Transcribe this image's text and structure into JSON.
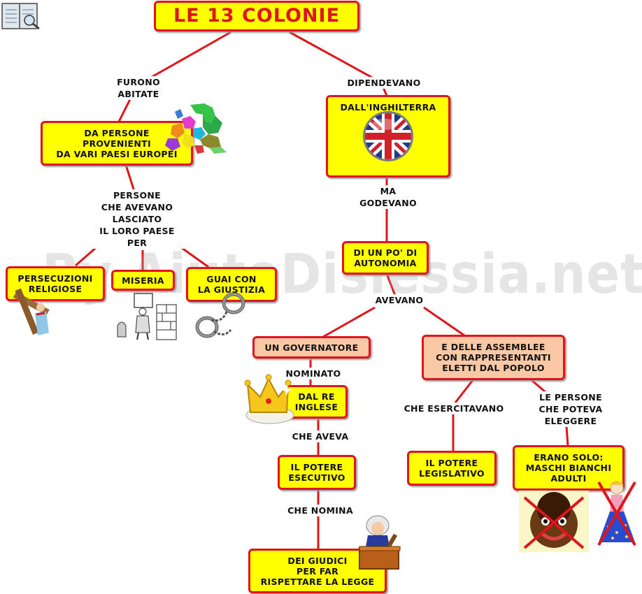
{
  "title": "LE 13 COLONIE",
  "watermark": "By AiutoDislessia.net",
  "nodes": {
    "persone_europee": "DA PERSONE\nPROVENIENTI\nDA VARI PAESI EUROPEI",
    "inghilterra": "DALL'INGHILTERRA",
    "persecuzioni": "PERSECUZIONI\nRELIGIOSE",
    "miseria": "MISERIA",
    "guai": "GUAI CON\nLA GIUSTIZIA",
    "autonomia": "DI UN PO' DI\nAUTONOMIA",
    "governatore": "UN GOVERNATORE",
    "assemblee": "E DELLE ASSEMBLEE\nCON RAPPRESENTANTI\nELETTI DAL POPOLO",
    "re_inglese": "DAL RE\nINGLESE",
    "potere_esecutivo": "IL POTERE\nESECUTIVO",
    "potere_legislativo": "IL POTERE\nLEGISLATIVO",
    "maschi_bianchi": "ERANO SOLO:\nMASCHI BIANCHI\nADULTI",
    "giudici": "DEI GIUDICI\nPER FAR\nRISPETTARE LA LEGGE"
  },
  "links": {
    "furono_abitate": "FURONO\nABITATE",
    "dipendevano": "DIPENDEVANO",
    "persone_lasciato": "PERSONE\nCHE AVEVANO\nLASCIATO\nIL LORO PAESE\nPER",
    "ma_godevano": "MA\nGODEVANO",
    "avevano": "AVEVANO",
    "nominato": "NOMINATO",
    "che_aveva": "CHE AVEVA",
    "che_nomina": "CHE NOMINA",
    "che_esercitavano": "CHE ESERCITAVANO",
    "le_persone": "LE PERSONE\nCHE POTEVA\nELEGGERE"
  },
  "colors": {
    "border": "#e0151b",
    "box": "#ffff00",
    "box_alt": "#fbc8a5",
    "line": "#e0151b"
  },
  "icons": [
    "book-icon",
    "europe-map-icon",
    "uk-flag-icon",
    "cross-icon",
    "beggar-icon",
    "handcuffs-icon",
    "crown-icon",
    "judge-icon",
    "crossed-boy-icon",
    "crossed-woman-icon"
  ]
}
